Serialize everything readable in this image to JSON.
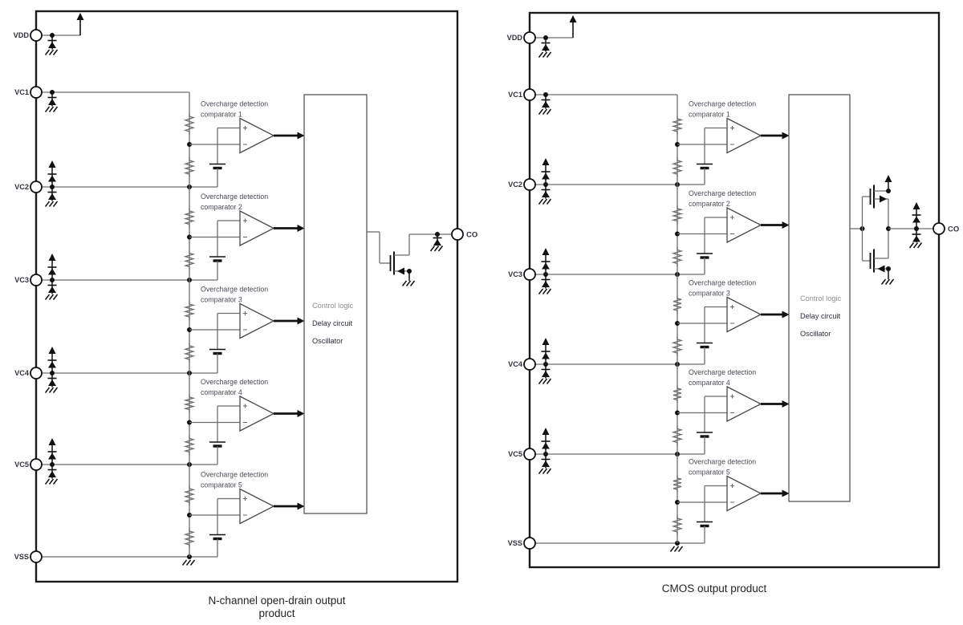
{
  "figure": {
    "kind": "battery-protection-ic-block-diagram"
  },
  "colors": {
    "background": "#ffffff",
    "border": "#1a1a1a",
    "wire": "#6e6e6e",
    "symbol": "#111111",
    "comparator_outline": "#4a4a4a",
    "pin_label": "#333340",
    "comparator_label": "#4a4a55",
    "control_logic_muted": "#8f8f94",
    "control_text": "#2d2d3c",
    "caption": "#242424"
  },
  "panels": [
    {
      "caption": [
        "N-channel open-drain output",
        "product"
      ],
      "pins": [
        "VDD",
        "VC1",
        "VC2",
        "VC3",
        "VC4",
        "VC5",
        "VSS"
      ],
      "output_pin": "CO",
      "comparators": [
        {
          "line1": "Overcharge detection",
          "line2": "comparator 1"
        },
        {
          "line1": "Overcharge detection",
          "line2": "comparator 2"
        },
        {
          "line1": "Overcharge detection",
          "line2": "comparator 3"
        },
        {
          "line1": "Overcharge detection",
          "line2": "comparator 4"
        },
        {
          "line1": "Overcharge detection",
          "line2": "comparator 5"
        }
      ],
      "control_block": [
        "Control logic",
        "Delay circuit",
        "Oscillator"
      ]
    },
    {
      "caption": [
        "CMOS output product"
      ],
      "pins": [
        "VDD",
        "VC1",
        "VC2",
        "VC3",
        "VC4",
        "VC5",
        "VSS"
      ],
      "output_pin": "CO",
      "comparators": [
        {
          "line1": "Overcharge detection",
          "line2": "comparator 1"
        },
        {
          "line1": "Overcharge detection",
          "line2": "comparator 2"
        },
        {
          "line1": "Overcharge detection",
          "line2": "comparator 3"
        },
        {
          "line1": "Overcharge detection",
          "line2": "comparator 4"
        },
        {
          "line1": "Overcharge detection",
          "line2": "comparator 5"
        }
      ],
      "control_block": [
        "Control logic",
        "Delay circuit",
        "Oscillator"
      ]
    }
  ]
}
